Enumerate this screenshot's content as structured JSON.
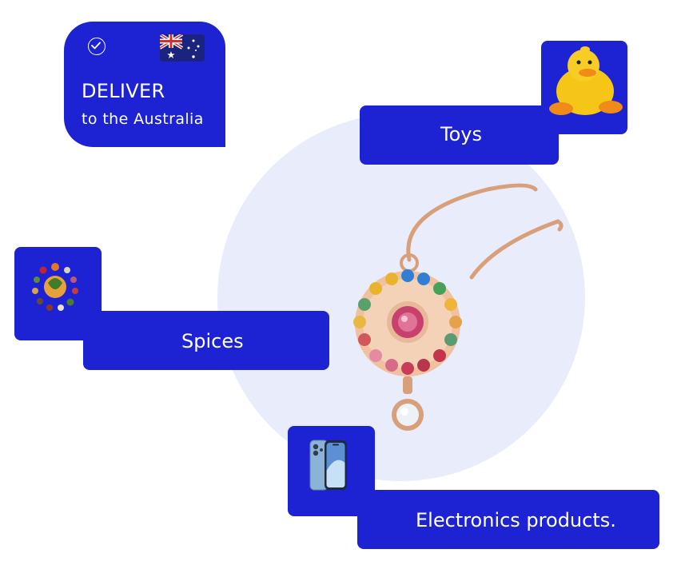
{
  "deliver": {
    "title": "DELIVER",
    "subtitle": "to the Australia",
    "check_icon": "check-circle-icon",
    "flag_icon": "australia-flag-icon"
  },
  "categories": [
    {
      "label": "Toys",
      "image": "yellow-duck-toy-image"
    },
    {
      "label": "Spices",
      "image": "spices-assortment-image"
    },
    {
      "label": "Electronics products.",
      "image": "smartphone-image"
    }
  ],
  "hero": {
    "image": "jewelry-pendant-image"
  },
  "colors": {
    "card": "#1d23d2",
    "card_text": "#ffffff",
    "blob": "#e9ecfb",
    "background": "#ffffff"
  }
}
